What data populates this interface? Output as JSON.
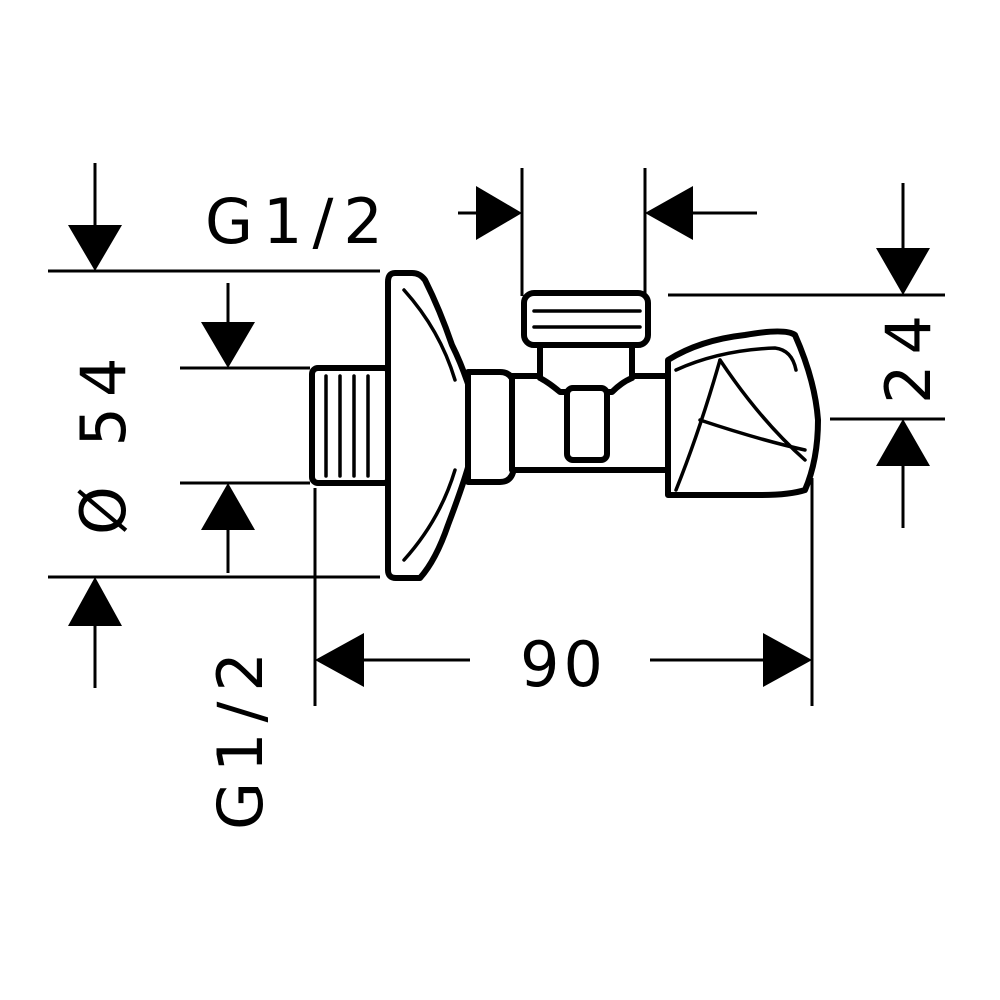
{
  "dimensions": {
    "top_thread": "G1/2",
    "flange_diameter": "Ø 54",
    "side_thread": "G1/2",
    "overall_length": "90",
    "handle_offset": "24"
  },
  "colors": {
    "line": "#000000",
    "background": "#ffffff"
  }
}
